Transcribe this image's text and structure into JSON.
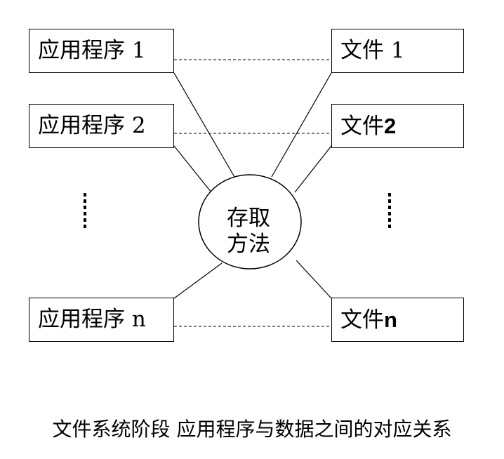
{
  "apps": [
    {
      "label": "应用程序 1"
    },
    {
      "label": "应用程序 2"
    },
    {
      "label": "应用程序 n"
    }
  ],
  "files": [
    {
      "prefix": "文件 ",
      "suffix": "1",
      "suffix_bold": false
    },
    {
      "prefix": "文件",
      "suffix": "2",
      "suffix_bold": true
    },
    {
      "prefix": "文件",
      "suffix": "n",
      "suffix_bold": true
    }
  ],
  "access_method": {
    "line1": "存取",
    "line2": "方法"
  },
  "caption": "文件系统阶段 应用程序与数据之间的对应关系"
}
